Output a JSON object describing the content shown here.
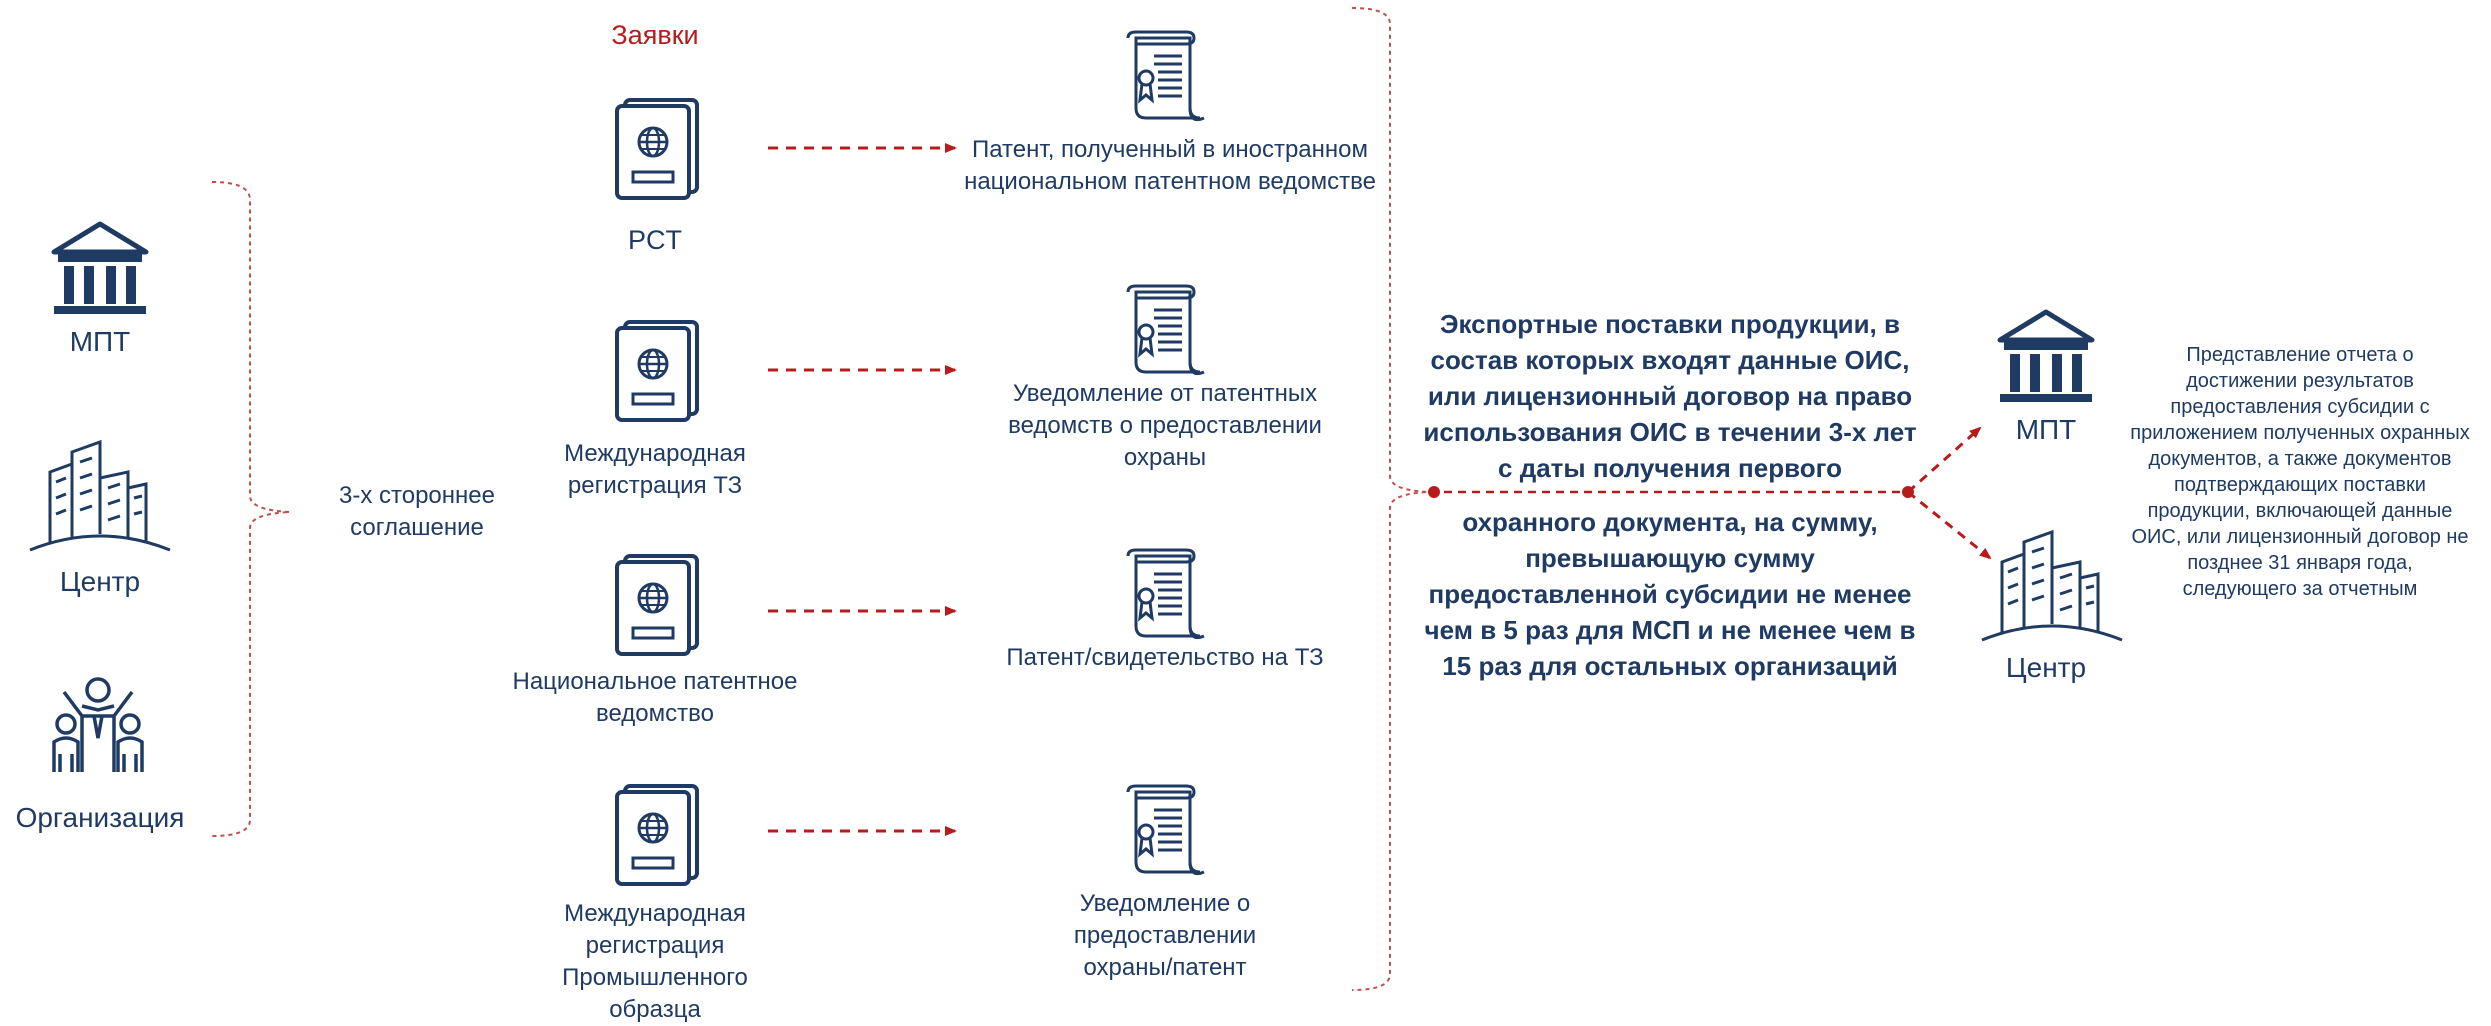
{
  "diagram": {
    "left_column": {
      "mpt": "МПТ",
      "center": "Центр",
      "organization": "Организация"
    },
    "agreement": "3-х стороннее соглашение",
    "applications_title": "Заявки",
    "applications": [
      {
        "label": "PCT",
        "result": "Патент, полученный в иностранном национальном патентном ведомстве"
      },
      {
        "label": "Международная регистрация ТЗ",
        "result": "Уведомление от патентных ведомств о предоставлении охраны"
      },
      {
        "label": "Национальное патентное ведомство",
        "result": "Патент/свидетельство на ТЗ"
      },
      {
        "label": "Международная регистрация Промышленного образца",
        "result": "Уведомление о предоставлении охраны/патент"
      }
    ],
    "requirement_top": "Экспортные поставки продукции, в состав которых входят данные ОИС, или лицензионный договор на право использования ОИС в течении 3-х лет с даты получения первого",
    "requirement_bottom": "охранного документа, на сумму, превышающую сумму предоставленной субсидии не менее чем в 5 раз для МСП и не менее чем в 15 раз для остальных организаций",
    "right_column": {
      "mpt": "МПТ",
      "center": "Центр"
    },
    "report_note": "Представление отчета о достижении результатов предоставления субсидии с приложением полученных охранных документов, а также документов подтверждающих поставки продукции, включающей данные ОИС, или лицензионный договор не позднее 31 января года, следующего за отчетным",
    "colors": {
      "navy": "#1f3b63",
      "red": "#b81b1b",
      "bracket": "#c0504d"
    }
  }
}
